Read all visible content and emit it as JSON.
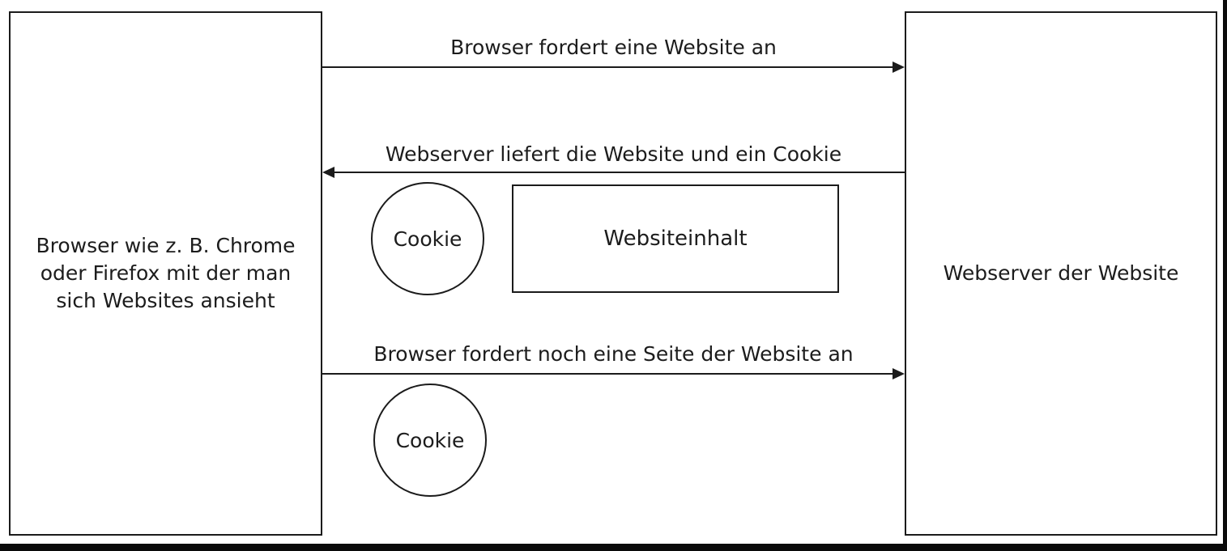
{
  "diagram": {
    "title_semantics": "Browser-Webserver Cookie Ablauf",
    "left_box": {
      "label": "Browser wie z. B. Chrome oder Firefox mit der man sich Websites ansieht",
      "lines": [
        "Browser wie z. B. Chrome",
        "oder Firefox mit der man",
        "sich Websites ansieht"
      ]
    },
    "right_box": {
      "label": "Webserver der Website"
    },
    "arrows": [
      {
        "label": "Browser fordert eine Website an",
        "direction": "left-to-right"
      },
      {
        "label": "Webserver liefert die Website und ein Cookie",
        "direction": "right-to-left"
      },
      {
        "label": "Browser fordert noch eine Seite der Website an",
        "direction": "left-to-right"
      }
    ],
    "payloads": {
      "cookie_first": "Cookie",
      "website_content": "Websiteinhalt",
      "cookie_second": "Cookie"
    },
    "colors": {
      "background": "#ffffff",
      "stroke": "#1b1b1b",
      "text": "#1c1c1c",
      "frame_edge": "#0a0a0a"
    }
  }
}
